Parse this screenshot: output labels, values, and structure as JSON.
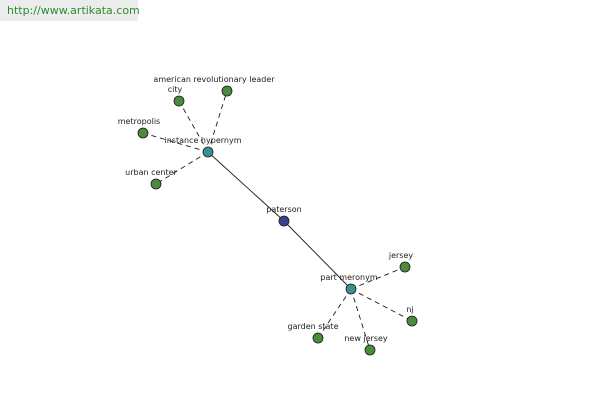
{
  "site": {
    "url": "http://www.artikata.com"
  },
  "colors": {
    "leaf": "#4e8a3e",
    "relation": "#3a8f8f",
    "center": "#3b3f8c",
    "stroke": "#1a1a1a",
    "url_text": "#2e8b2e",
    "url_bg": "#ececec"
  },
  "graph": {
    "nodes": [
      {
        "id": "paterson",
        "label": "paterson",
        "kind": "center"
      },
      {
        "id": "instance_hypernym",
        "label": "instance hypernym",
        "kind": "relation"
      },
      {
        "id": "part_meronym",
        "label": "part meronym",
        "kind": "relation"
      },
      {
        "id": "american_revolutionary_leader",
        "label": "american revolutionary leader",
        "kind": "leaf"
      },
      {
        "id": "city",
        "label": "city",
        "kind": "leaf"
      },
      {
        "id": "metropolis",
        "label": "metropolis",
        "kind": "leaf"
      },
      {
        "id": "urban_center",
        "label": "urban center",
        "kind": "leaf"
      },
      {
        "id": "jersey",
        "label": "jersey",
        "kind": "leaf"
      },
      {
        "id": "nj",
        "label": "nj",
        "kind": "leaf"
      },
      {
        "id": "garden_state",
        "label": "garden state",
        "kind": "leaf"
      },
      {
        "id": "new_jersey",
        "label": "new jersey",
        "kind": "leaf"
      }
    ],
    "edges": [
      {
        "from": "paterson",
        "to": "instance_hypernym",
        "style": "solid"
      },
      {
        "from": "paterson",
        "to": "part_meronym",
        "style": "solid"
      },
      {
        "from": "instance_hypernym",
        "to": "american_revolutionary_leader",
        "style": "dashed"
      },
      {
        "from": "instance_hypernym",
        "to": "city",
        "style": "dashed"
      },
      {
        "from": "instance_hypernym",
        "to": "metropolis",
        "style": "dashed"
      },
      {
        "from": "instance_hypernym",
        "to": "urban_center",
        "style": "dashed"
      },
      {
        "from": "part_meronym",
        "to": "jersey",
        "style": "dashed"
      },
      {
        "from": "part_meronym",
        "to": "nj",
        "style": "dashed"
      },
      {
        "from": "part_meronym",
        "to": "garden_state",
        "style": "dashed"
      },
      {
        "from": "part_meronym",
        "to": "new_jersey",
        "style": "dashed"
      }
    ]
  }
}
